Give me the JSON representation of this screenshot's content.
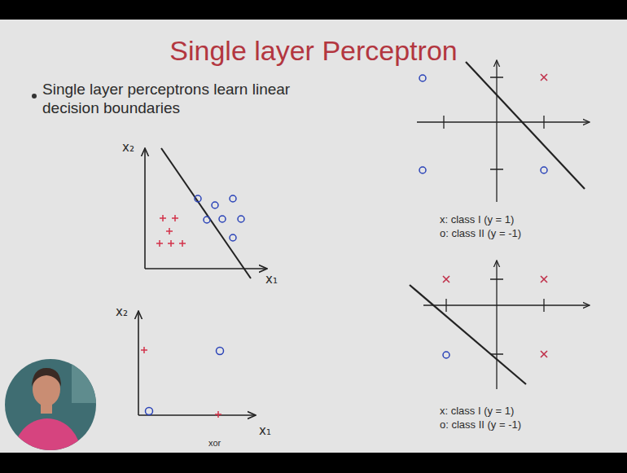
{
  "diagram": {
    "title": "Single layer Perceptron",
    "labels": [
      "Single layer perceptrons learn linear decision boundaries",
      "x₂",
      "x₁",
      "x₂",
      "xor",
      "x₁",
      "x: class I (y = 1)",
      "o: class II (y = -1)",
      "x: class I (y = 1)",
      "o: class II (y = -1)"
    ]
  }
}
